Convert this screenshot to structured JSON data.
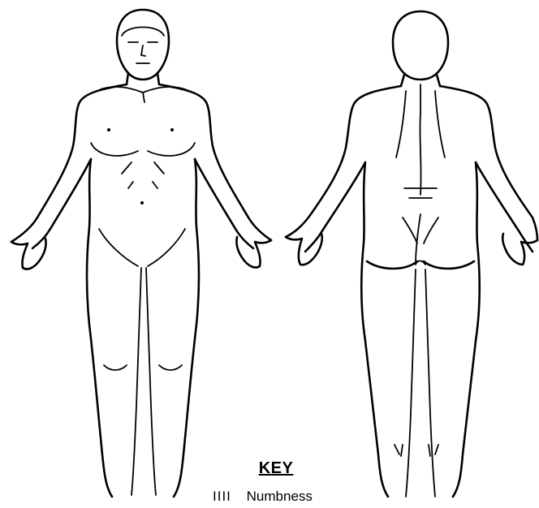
{
  "figures": [
    {
      "id": "front",
      "view": "anterior"
    },
    {
      "id": "back",
      "view": "posterior"
    }
  ],
  "key": {
    "title": "KEY",
    "items": [
      {
        "symbol": "IIII",
        "label": "Numbness"
      }
    ]
  }
}
